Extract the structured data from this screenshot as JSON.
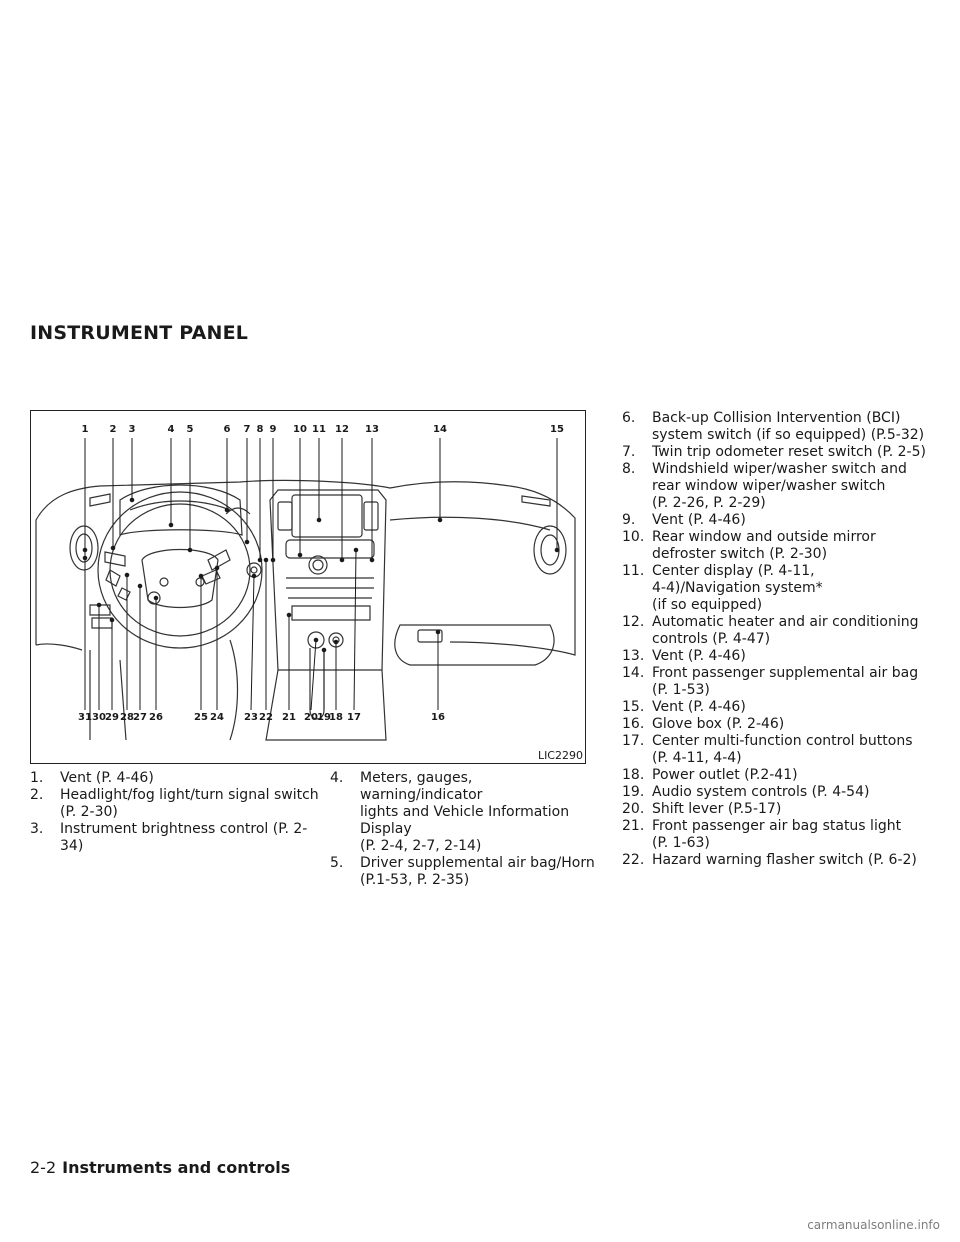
{
  "page": {
    "section_title": "INSTRUMENT PANEL",
    "figure": {
      "code": "LIC2290",
      "top_callouts": [
        "1",
        "2",
        "3",
        "4",
        "5",
        "6",
        "7",
        "8",
        "9",
        "10",
        "11",
        "12",
        "13",
        "14",
        "15"
      ],
      "bottom_callouts": [
        "31",
        "30",
        "29",
        "28",
        "27",
        "26",
        "25",
        "24",
        "23",
        "22",
        "21",
        "20",
        "19",
        "18",
        "17",
        "16"
      ]
    },
    "col1": [
      {
        "num": "1.",
        "lines": [
          "Vent (P. 4-46)"
        ]
      },
      {
        "num": "2.",
        "lines": [
          "Headlight/fog light/turn signal switch",
          "(P. 2-30)"
        ]
      },
      {
        "num": "3.",
        "lines": [
          "Instrument brightness control (P. 2-34)"
        ]
      }
    ],
    "col2": [
      {
        "num": "4.",
        "lines": [
          "Meters, gauges, warning/indicator",
          "lights and Vehicle Information Display",
          "(P. 2-4, 2-7, 2-14)"
        ]
      },
      {
        "num": "5.",
        "lines": [
          "Driver supplemental air bag/Horn",
          "(P.1-53, P. 2-35)"
        ]
      }
    ],
    "col3": [
      {
        "num": "6.",
        "lines": [
          "Back-up Collision Intervention (BCI)",
          "system switch (if so equipped) (P.5-32)"
        ]
      },
      {
        "num": "7.",
        "lines": [
          "Twin trip odometer reset switch (P. 2-5)"
        ]
      },
      {
        "num": "8.",
        "lines": [
          "Windshield wiper/washer switch and",
          "rear window wiper/washer switch",
          "(P. 2-26, P. 2-29)"
        ]
      },
      {
        "num": "9.",
        "lines": [
          "Vent (P. 4-46)"
        ]
      },
      {
        "num": "10.",
        "lines": [
          "Rear window and outside mirror",
          "defroster switch (P. 2-30)"
        ]
      },
      {
        "num": "11.",
        "lines": [
          "Center display (P. 4-11,",
          "4-4)/Navigation system*",
          "(if so equipped)"
        ]
      },
      {
        "num": "12.",
        "lines": [
          "Automatic heater and air conditioning",
          "controls (P. 4-47)"
        ]
      },
      {
        "num": "13.",
        "lines": [
          "Vent (P. 4-46)"
        ]
      },
      {
        "num": "14.",
        "lines": [
          "Front passenger supplemental air bag",
          "(P. 1-53)"
        ]
      },
      {
        "num": "15.",
        "lines": [
          "Vent (P. 4-46)"
        ]
      },
      {
        "num": "16.",
        "lines": [
          "Glove box (P. 2-46)"
        ]
      },
      {
        "num": "17.",
        "lines": [
          "Center multi-function control buttons",
          "(P. 4-11, 4-4)"
        ]
      },
      {
        "num": "18.",
        "lines": [
          "Power outlet (P.2-41)"
        ]
      },
      {
        "num": "19.",
        "lines": [
          "Audio system controls (P. 4-54)"
        ]
      },
      {
        "num": "20.",
        "lines": [
          "Shift lever (P.5-17)"
        ]
      },
      {
        "num": "21.",
        "lines": [
          "Front passenger air bag status light",
          "(P. 1-63)"
        ]
      },
      {
        "num": "22.",
        "lines": [
          "Hazard warning flasher switch (P. 6-2)"
        ]
      }
    ],
    "footer": {
      "page_number": "2-2",
      "section": "Instruments and controls"
    },
    "watermark": "carmanualsonline.info"
  }
}
